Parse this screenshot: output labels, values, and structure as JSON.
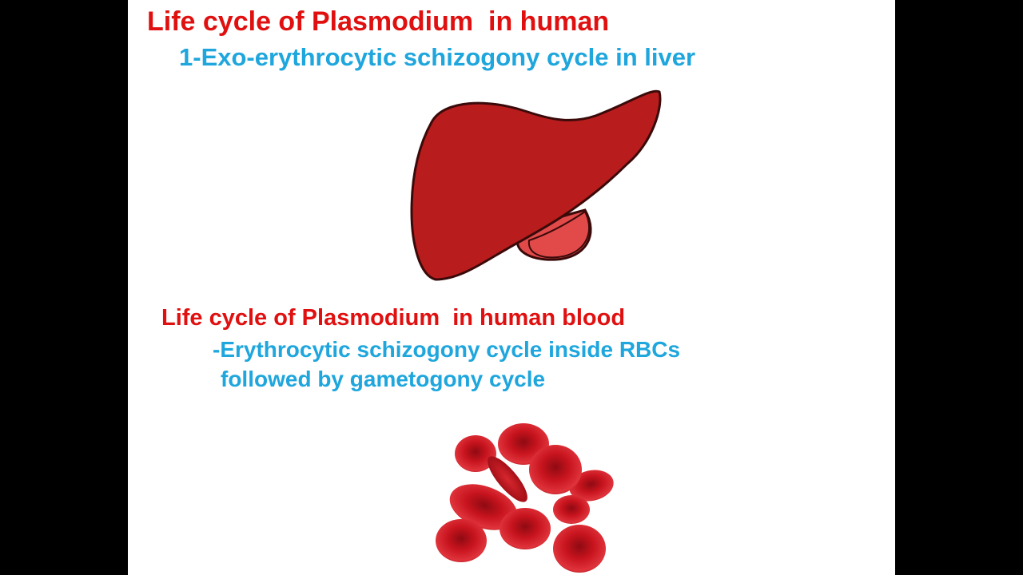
{
  "slide": {
    "title": "Life cycle of Plasmodium  in human",
    "subtitle": "1-Exo-erythrocytic schizogony cycle in liver",
    "section_title": "Life cycle of Plasmodium  in human blood",
    "section_line1": "-Erythrocytic schizogony cycle inside RBCs",
    "section_line2": "followed by gametogony cycle"
  },
  "colors": {
    "heading_red": "#e01010",
    "body_blue": "#1ea6dd",
    "liver_red": "#b91c1c",
    "gallbladder": "#e24a4a",
    "rbc_red": "#c8141e",
    "background": "#ffffff",
    "letterbox": "#000000"
  },
  "icons": {
    "liver": "liver-icon",
    "rbc": "red-blood-cells-icon"
  }
}
